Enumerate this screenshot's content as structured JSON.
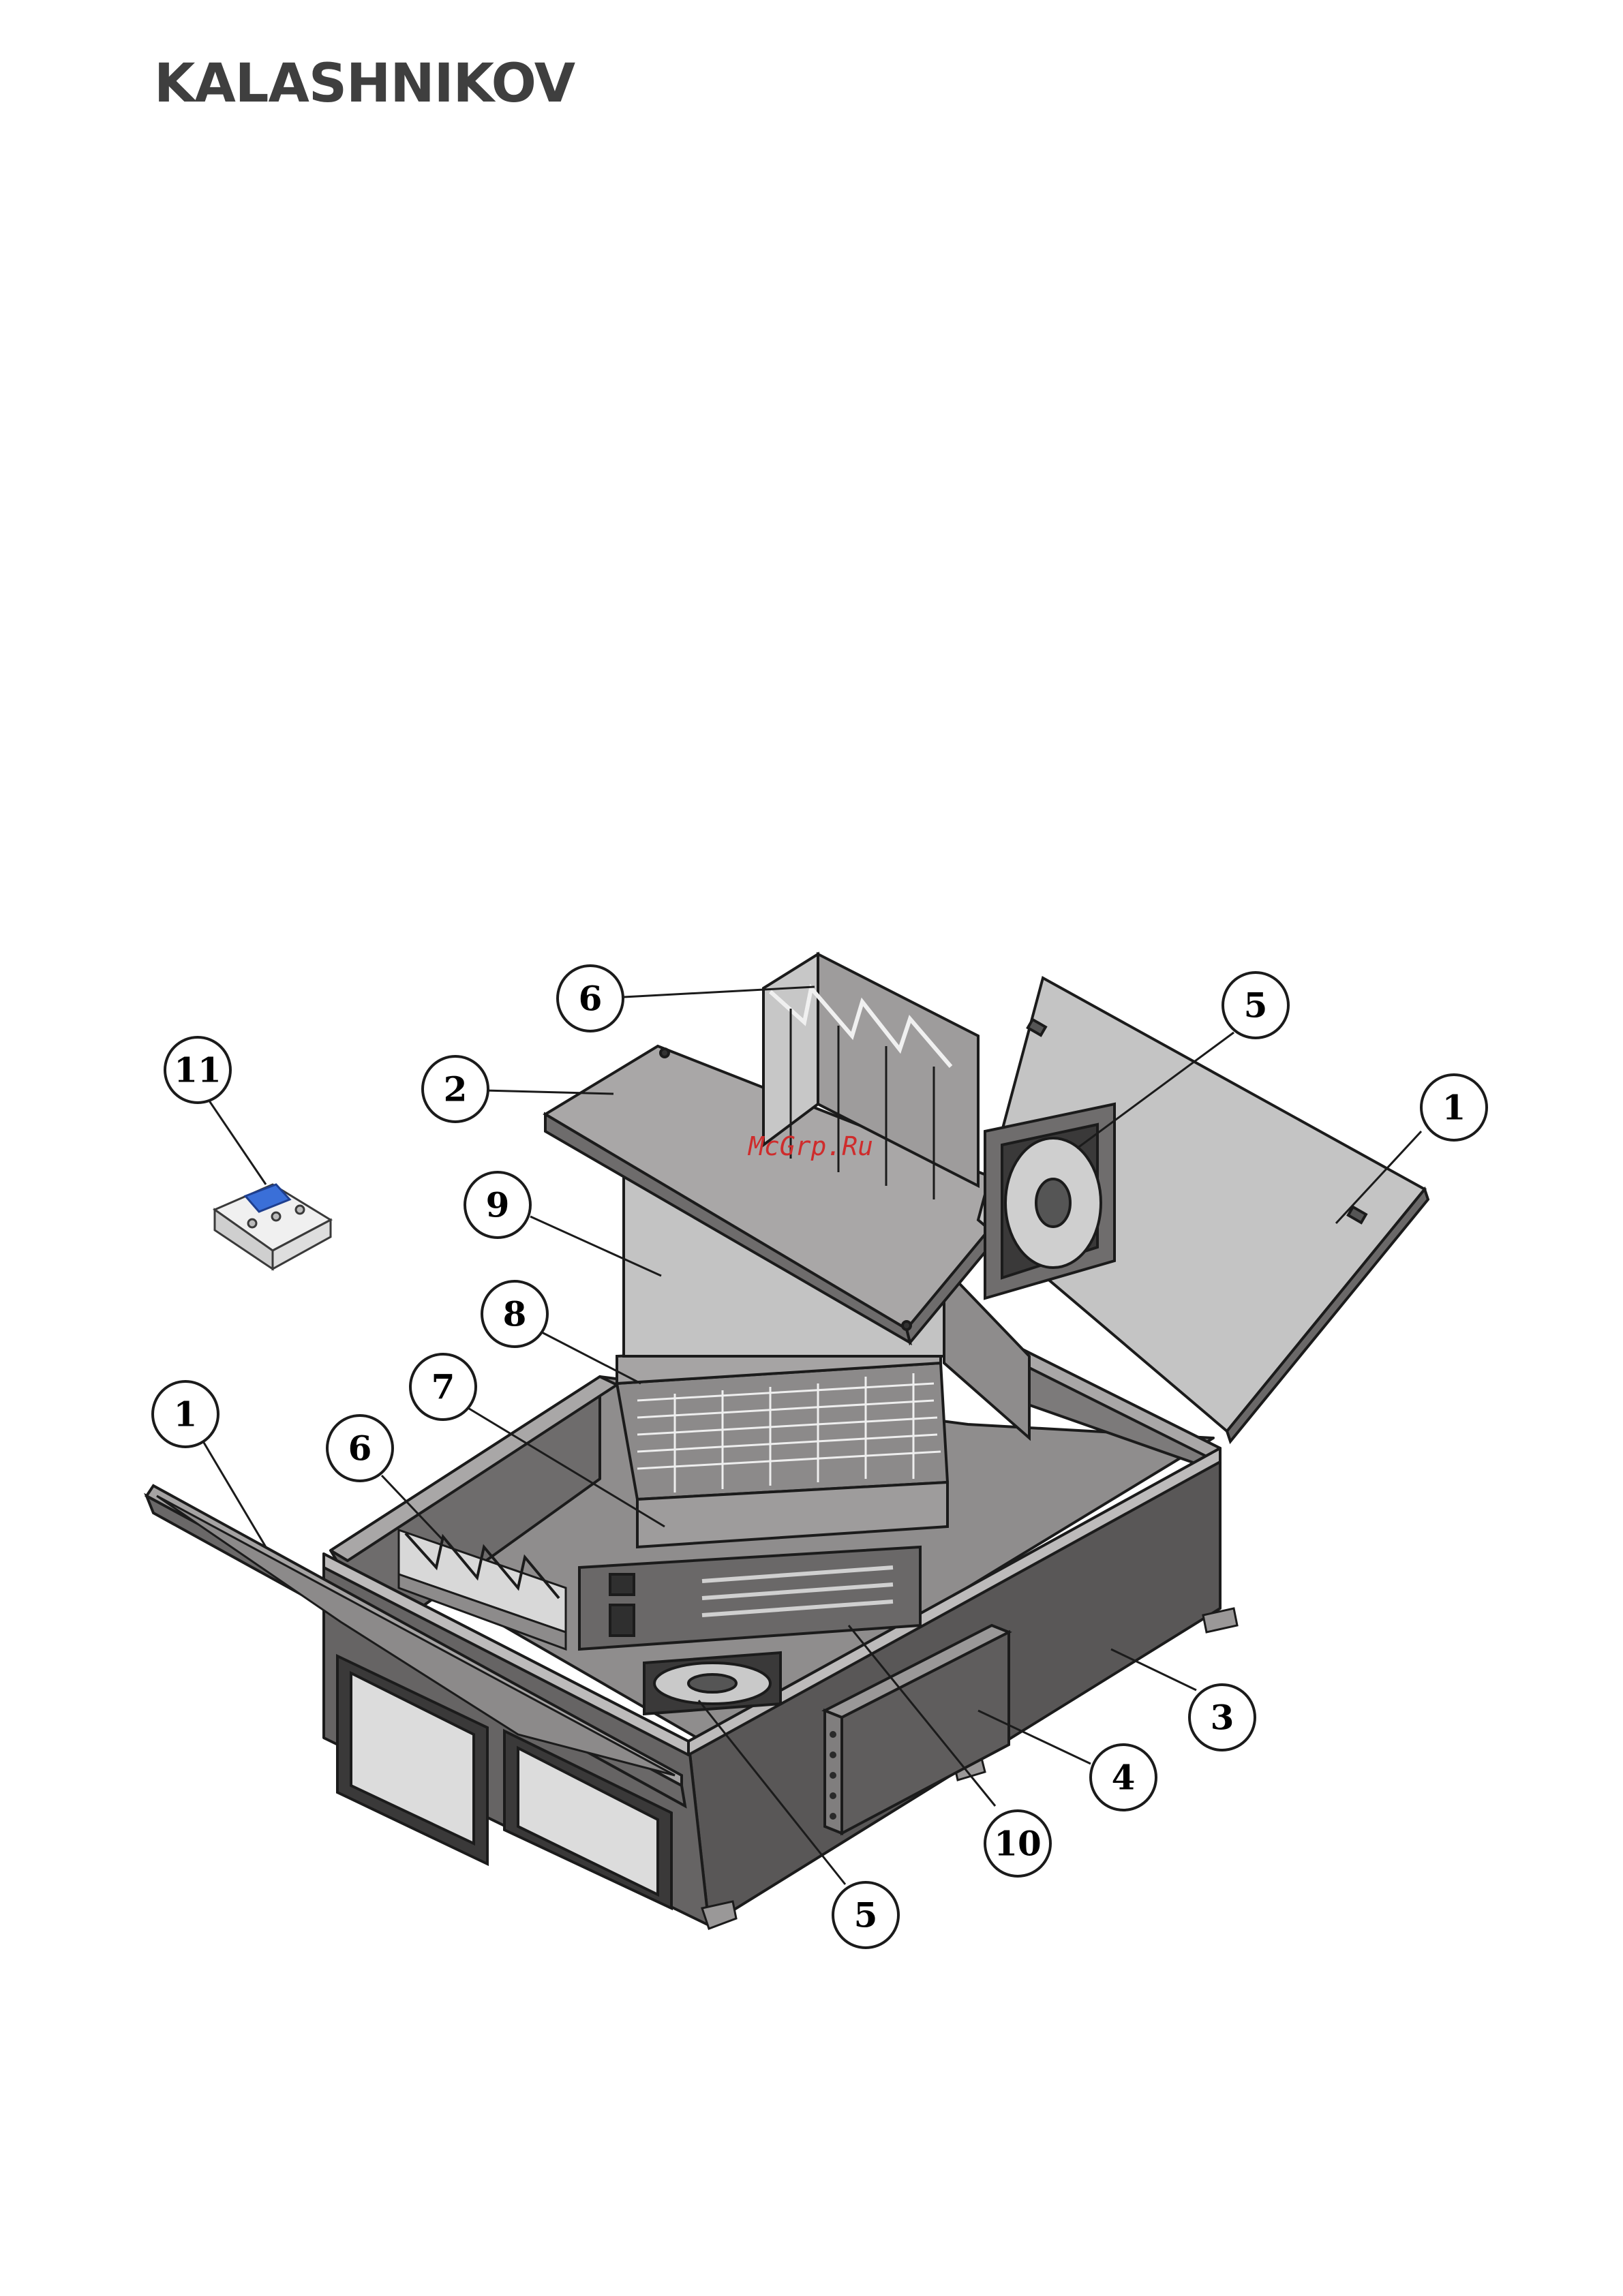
{
  "brand": {
    "name": "KALASHNIKOV",
    "color": "#3f3f3f"
  },
  "watermark": {
    "text": "McGrp.Ru",
    "color": "#cf2c2c"
  },
  "colors": {
    "casing_dark": "#5a5858",
    "casing_mid": "#8a8888",
    "panel_light": "#c6c6c6",
    "outline": "#1b1b1b",
    "callout_fill": "#ffffff"
  },
  "callouts": [
    {
      "id": "c6a",
      "label": "6"
    },
    {
      "id": "c5a",
      "label": "5"
    },
    {
      "id": "c11",
      "label": "11"
    },
    {
      "id": "c2",
      "label": "2"
    },
    {
      "id": "c1a",
      "label": "1"
    },
    {
      "id": "c9",
      "label": "9"
    },
    {
      "id": "c8",
      "label": "8"
    },
    {
      "id": "c7",
      "label": "7"
    },
    {
      "id": "c1b",
      "label": "1"
    },
    {
      "id": "c6b",
      "label": "6"
    },
    {
      "id": "c3",
      "label": "3"
    },
    {
      "id": "c4",
      "label": "4"
    },
    {
      "id": "c10",
      "label": "10"
    },
    {
      "id": "c5b",
      "label": "5"
    }
  ]
}
